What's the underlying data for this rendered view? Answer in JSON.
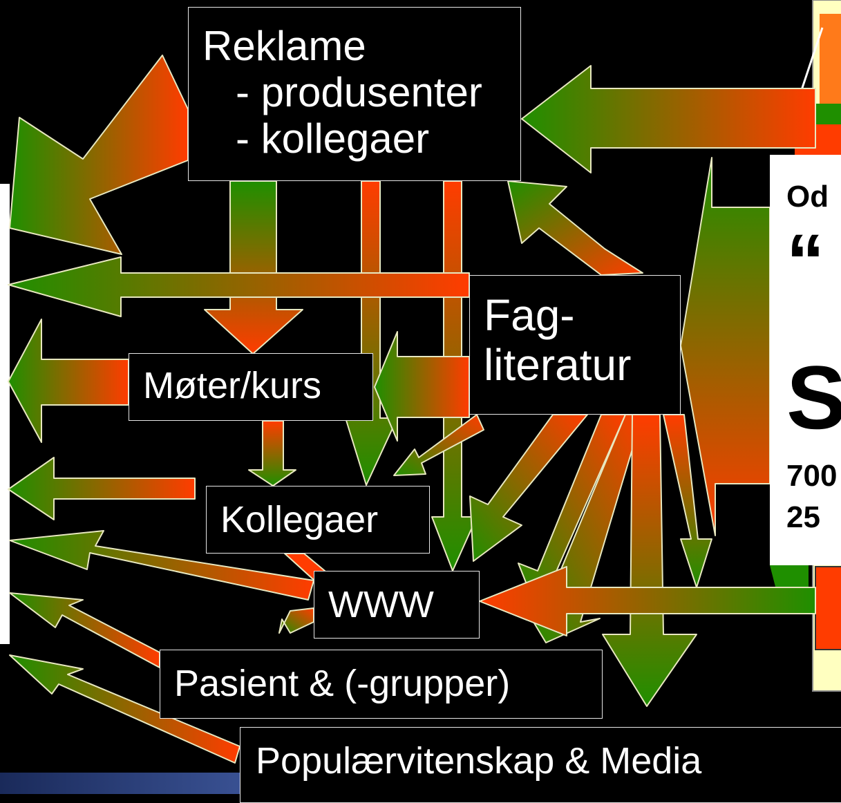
{
  "boxes": {
    "reklame": {
      "line1": "Reklame",
      "line2": "- produsenter",
      "line3": "- kollegaer"
    },
    "fagliteratur": {
      "line1": "Fag-",
      "line2": "literatur"
    },
    "moter": "Møter/kurs",
    "kollegaer": "Kollegaer",
    "www": "WWW",
    "pasient": "Pasient & (-grupper)",
    "popular": "Populærvitenskap & Media"
  },
  "right_panel": {
    "line1": "Od",
    "quote": "“",
    "big_letter": "S",
    "line_700": "700",
    "line_25": "25"
  },
  "colors": {
    "arrow_green": "#2a8a00",
    "arrow_red": "#ff3c00",
    "arrow_outline": "#e8e8c0",
    "box_border": "#e8e8e8",
    "pillar_yellow": "#ffffc0"
  }
}
